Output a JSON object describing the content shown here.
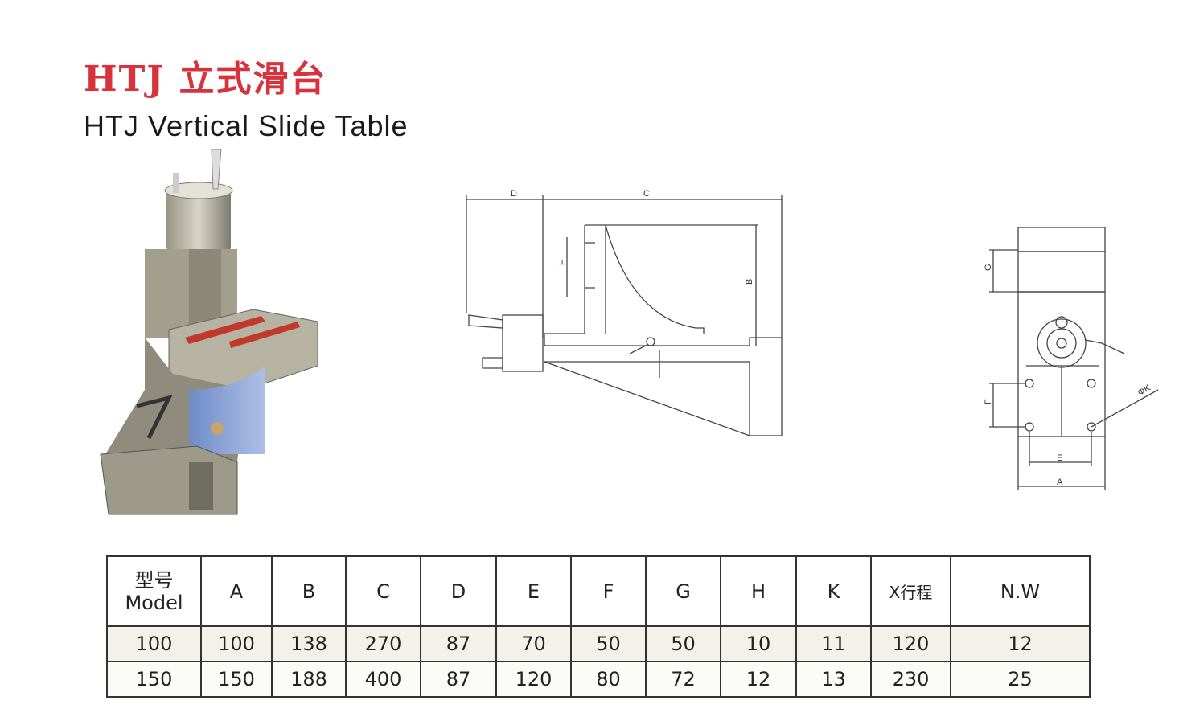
{
  "title": {
    "chinese": "HTJ 立式滑台",
    "english": "HTJ  Vertical Slide Table"
  },
  "drawing_labels": {
    "side_view": {
      "d": "D",
      "c": "C",
      "h": "H",
      "b": "B"
    },
    "front_view": {
      "g": "G",
      "f": "F",
      "e": "E",
      "a": "A",
      "k": "ΦK"
    }
  },
  "colors": {
    "title_red": "#d8333c"
  },
  "table": {
    "headers": [
      {
        "cn": "型号",
        "en": "Model"
      },
      "A",
      "B",
      "C",
      "D",
      "E",
      "F",
      "G",
      "H",
      "K",
      "X行程",
      "N.W"
    ],
    "rows": [
      [
        "100",
        "100",
        "138",
        "270",
        "87",
        "70",
        "50",
        "50",
        "10",
        "11",
        "120",
        "12"
      ],
      [
        "150",
        "150",
        "188",
        "400",
        "87",
        "120",
        "80",
        "72",
        "12",
        "13",
        "230",
        "25"
      ]
    ]
  }
}
